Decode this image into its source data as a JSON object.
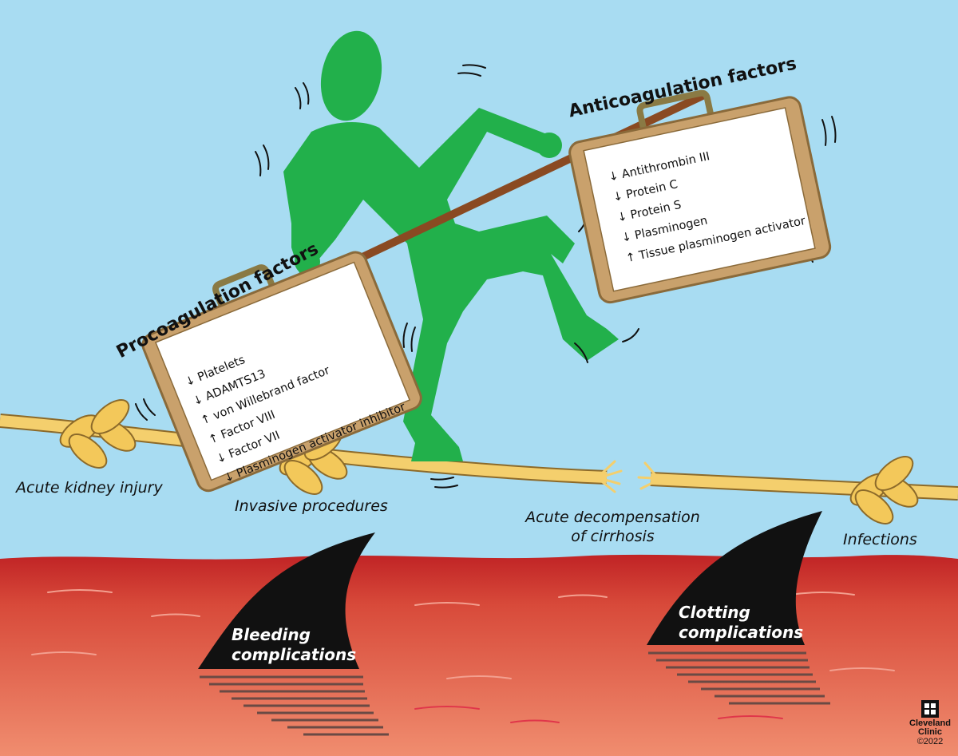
{
  "labels": {
    "procoagulation_title": "Procoagulation factors",
    "anticoagulation_title": "Anticoagulation factors",
    "acute_kidney_injury": "Acute kidney injury",
    "invasive_procedures": "Invasive procedures",
    "acute_decompensation_line1": "Acute decompensation",
    "acute_decompensation_line2": "of cirrhosis",
    "infections": "Infections",
    "bleeding_line1": "Bleeding",
    "bleeding_line2": "complications",
    "clotting_line1": "Clotting",
    "clotting_line2": "complications"
  },
  "procoagulation_items": [
    {
      "arrow": "↓",
      "text": "Platelets"
    },
    {
      "arrow": "↓",
      "text": "ADAMTS13"
    },
    {
      "arrow": "↑",
      "text": "von Willebrand factor"
    },
    {
      "arrow": "↑",
      "text": "Factor VIII"
    },
    {
      "arrow": "↓",
      "text": "Factor VII"
    },
    {
      "arrow": "↓",
      "text": "Plasminogen activator inhibitor"
    }
  ],
  "anticoagulation_items": [
    {
      "arrow": "↓",
      "text": "Antithrombin III"
    },
    {
      "arrow": "↓",
      "text": "Protein C"
    },
    {
      "arrow": "↓",
      "text": "Protein S"
    },
    {
      "arrow": "↓",
      "text": "Plasminogen"
    },
    {
      "arrow": "↑",
      "text": "Tissue plasminogen activator"
    }
  ],
  "logo": {
    "line1": "Cleveland",
    "line2": "Clinic",
    "year": "©2022"
  },
  "colors": {
    "sky": "#a8dcf2",
    "sea_top": "#c62a2a",
    "sea_bottom": "#ef8a6c",
    "figure": "#22b04b",
    "rope": "#f4cf6d",
    "knot": "#f3c85a",
    "suitcase": "#c9a16c",
    "pole": "#8a4a22",
    "fin": "#111111"
  }
}
